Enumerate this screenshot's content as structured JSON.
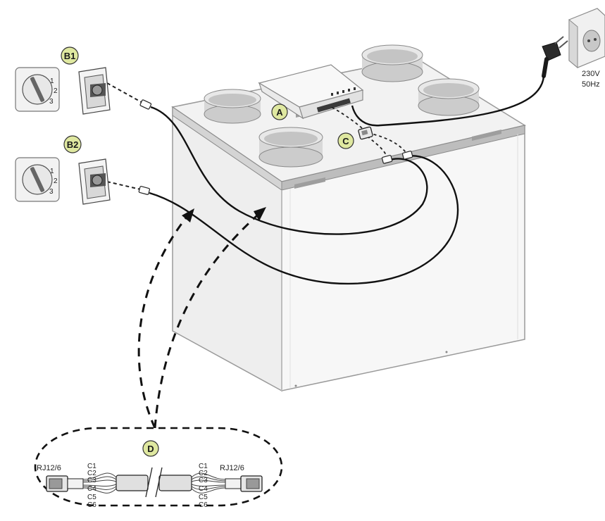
{
  "labels": {
    "a": "A",
    "b1": "B1",
    "b2": "B2",
    "c": "C",
    "d": "D"
  },
  "power": {
    "voltage": "230V",
    "frequency": "50Hz"
  },
  "connector": {
    "left": "RJ12/6",
    "right": "RJ12/6"
  },
  "wires": [
    "C1",
    "C2",
    "C3",
    "C4",
    "C5",
    "C6"
  ],
  "switch_marks": [
    "1",
    "2",
    "3"
  ],
  "colors": {
    "label_circle": "#dfe8a0",
    "unit_body": "#f4f4f4",
    "unit_stroke": "#9a9a9a",
    "rim": "#c8c8c8",
    "cable": "#111111"
  }
}
